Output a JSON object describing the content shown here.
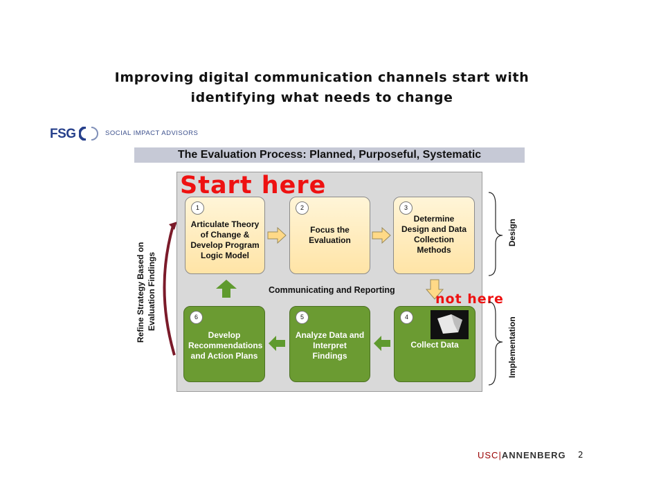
{
  "slide": {
    "title": "Improving digital communication channels start with identifying what needs to change",
    "page_number": "2"
  },
  "logo": {
    "brand": "FSG",
    "tagline": "SOCIAL IMPACT ADVISORS"
  },
  "diagram": {
    "banner": "The Evaluation Process: Planned, Purposeful, Systematic",
    "start_annotation": "Start here",
    "not_here_annotation": "not here",
    "center_label": "Communicating and Reporting",
    "left_label_line1": "Refine Strategy Based on",
    "left_label_line2": "Evaluation Findings",
    "bracket_top": "Design",
    "bracket_bottom": "Implementation",
    "steps": [
      {
        "number": "1",
        "label": "Articulate Theory\nof Change &\nDevelop Program\nLogic Model"
      },
      {
        "number": "2",
        "label": "Focus the\nEvaluation"
      },
      {
        "number": "3",
        "label": "Determine\nDesign and Data\nCollection\nMethods"
      },
      {
        "number": "4",
        "label": "Collect Data"
      },
      {
        "number": "5",
        "label": "Analyze Data and\nInterpret\nFindings"
      },
      {
        "number": "6",
        "label": "Develop\nRecommendations\nand Action Plans"
      }
    ],
    "colors": {
      "yellow_step": "#ffe4a6",
      "green_step": "#6b9b32",
      "arrow_green": "#5f9a2e",
      "arrow_yellow": "#ffd987",
      "annotation_red": "#ee1111"
    }
  },
  "footer": {
    "usc": "USC",
    "annenberg": "ANNENBERG"
  }
}
